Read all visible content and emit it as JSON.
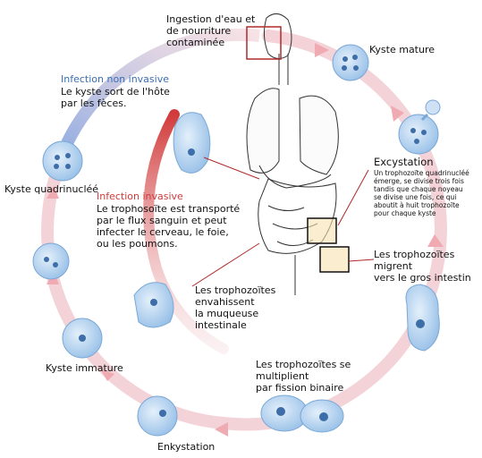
{
  "labels": {
    "ingestion": "Ingestion d'eau et\nde nourriture\ncontaminée",
    "kyste_mature": "Kyste mature",
    "excystation_title": "Excystation",
    "excystation_text": "Un trophozoïte quadrinucléé\némerge, se divise trois fois\ntandis que chaque noyeau\nse divise une fois, ce qui\naboutit à huit trophozoïte\npour chaque kyste",
    "trophozoites_migrent": "Les trophozoïtes\nmigrent\nvers le gros intestin",
    "trophozoites_envahissent": "Les trophozoïtes\nenvahissent\nla muqueuse\nintestinale",
    "fission": "Les trophozoïtes se\nmultiplient\npar fission binaire",
    "enkystation": "Enkystation",
    "kyste_immature": "Kyste immature",
    "kyste_quadrinuclee": "Kyste  quadrinucléé",
    "infection_non_invasive_title": "Infection non invasive",
    "infection_non_invasive_text": "Le kyste sort de l'hôte\npar les fèces.",
    "infection_invasive_title": "Infection invasive",
    "infection_invasive_text": "Le trophosoïte est transporté\npar le flux sanguin et peut\ninfecter le cerveau, le foie,\n ou les poumons."
  },
  "colors": {
    "cycle_ring": "#f2cfd4",
    "arrow": "#f0aab2",
    "non_invasive_gradient": "#8fa8de",
    "invasive_arrow": "#d23b3b",
    "cell_fill": "#b8d4f0",
    "cell_stroke": "#7aa8d6",
    "nucleus": "#3d6ea8",
    "anatomy_stroke": "#333333",
    "highlight_box": "#b02a2a",
    "zoom_fill": "#f8e2b0"
  }
}
